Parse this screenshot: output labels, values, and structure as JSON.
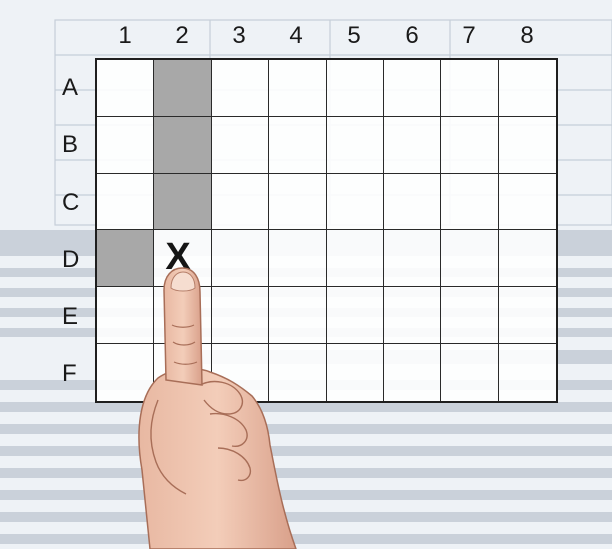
{
  "grid": {
    "columns": [
      "1",
      "2",
      "3",
      "4",
      "5",
      "6",
      "7",
      "8"
    ],
    "rows": [
      "A",
      "B",
      "C",
      "D",
      "E",
      "F"
    ],
    "shaded_cells": [
      "A2",
      "B2",
      "C2",
      "D1"
    ],
    "marked_cell": "D2",
    "mark_symbol": "X"
  },
  "colors": {
    "shade": "#a8a8a8",
    "grid_line": "#1f1f1f",
    "background": "#e9eef4"
  }
}
